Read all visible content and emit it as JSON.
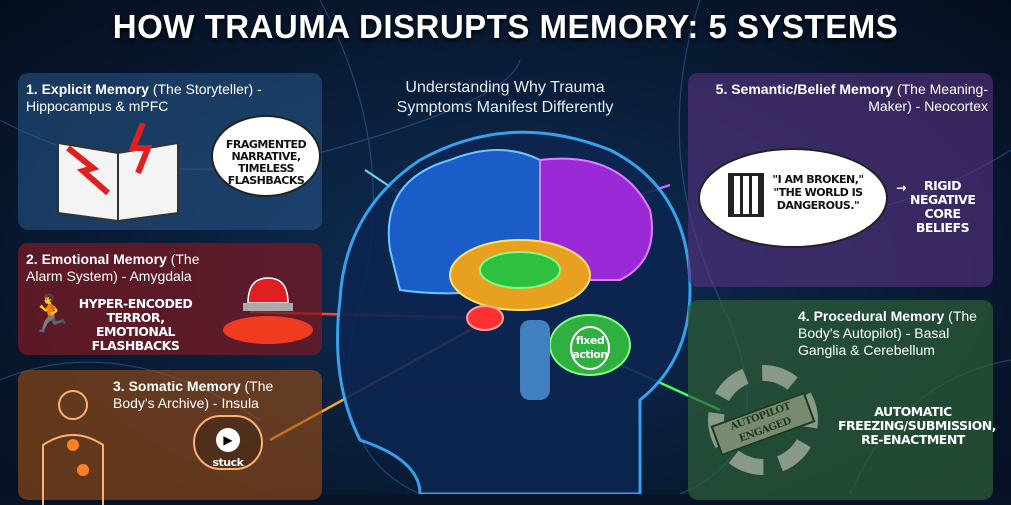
{
  "title": "HOW TRAUMA DISRUPTS MEMORY: 5 SYSTEMS",
  "subtitle": "Understanding Why Trauma Symptoms Manifest Differently",
  "panels": {
    "explicit": {
      "heading": "1. Explicit Memory",
      "desc": "(The Storyteller) - Hippocampus & mPFC",
      "caption": "FRAGMENTED NARRATIVE, TIMELESS FLASHBACKS",
      "color": "#285a8c"
    },
    "emotional": {
      "heading": "2. Emotional Memory",
      "desc": "(The Alarm System) - Amygdala",
      "caption": "HYPER-ENCODED TERROR, EMOTIONAL FLASHBACKS",
      "color": "#78192a"
    },
    "somatic": {
      "heading": "3. Somatic Memory",
      "desc": "(The Body's Archive) - Insula",
      "badge": "stuck",
      "color": "#a05014"
    },
    "procedural": {
      "heading": "4. Procedural Memory",
      "desc": "(The Body's Autopilot) - Basal Ganglia & Cerebellum",
      "stamp": "AUTOPILOT ENGAGED",
      "caption": "AUTOMATIC FREEZING/SUBMISSION, RE-ENACTMENT",
      "color": "#2d5f37"
    },
    "semantic": {
      "heading": "5. Semantic/Belief Memory",
      "desc": "(The Meaning-Maker) - Neocortex",
      "quote": "\"I AM BROKEN,\" \"THE WORLD IS DANGEROUS.\"",
      "caption": "RIGID NEGATIVE CORE BELIEFS",
      "color": "#5a3282"
    }
  },
  "brain": {
    "label": "fixed action"
  }
}
